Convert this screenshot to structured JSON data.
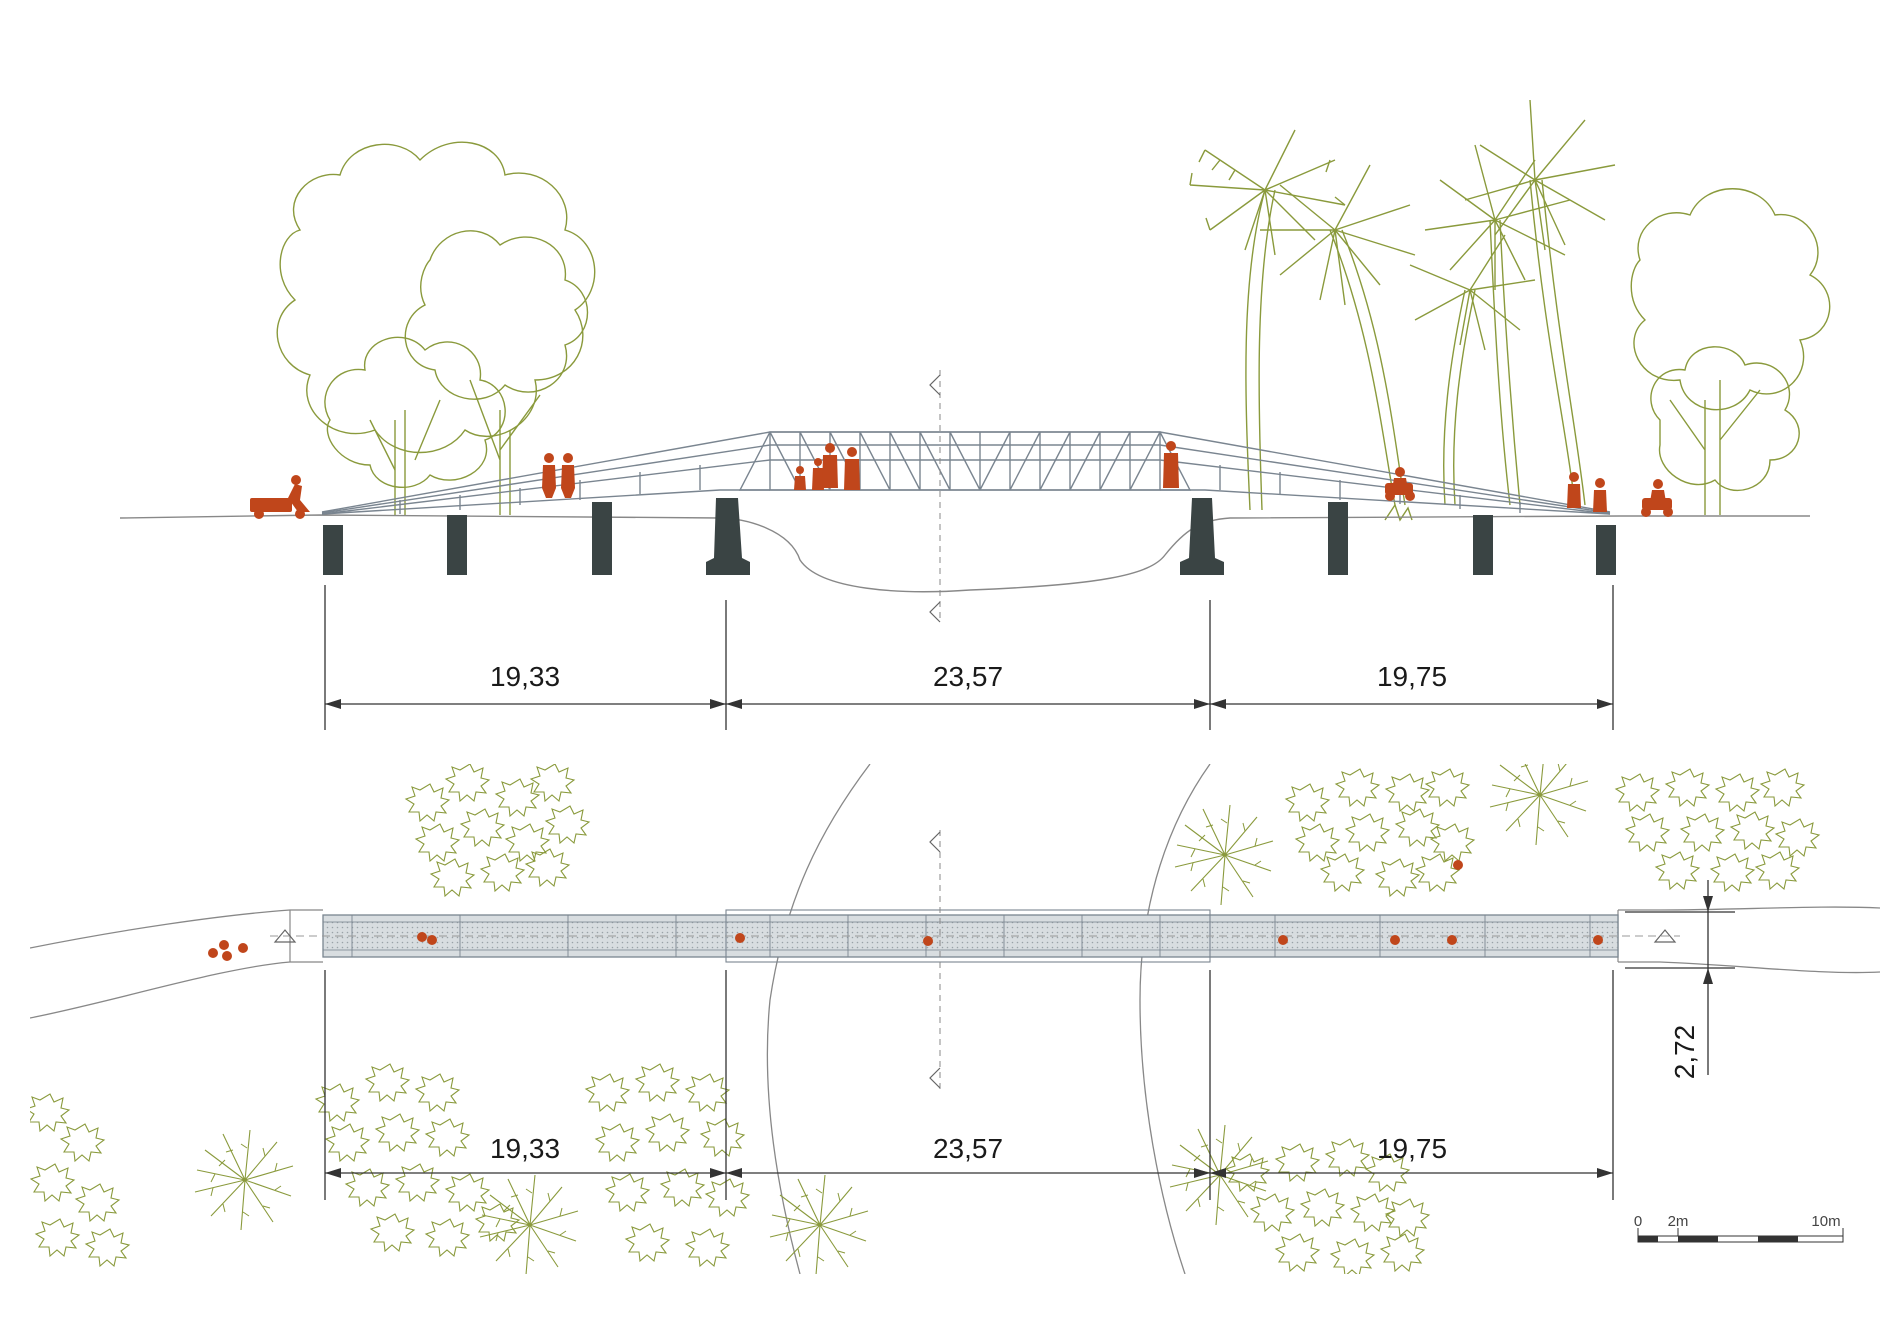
{
  "elevation": {
    "spans": [
      "19,33",
      "23,57",
      "19,75"
    ]
  },
  "plan": {
    "spans": [
      "19,33",
      "23,57",
      "19,75"
    ],
    "deck_width": "2,72"
  },
  "scale_bar": {
    "labels": [
      "0",
      "2m",
      "10m"
    ]
  },
  "colors": {
    "vegetation": "#8a9a3c",
    "figures": "#c0461b",
    "piers": "#3a4444",
    "structure": "#7a8590",
    "ground": "#888888",
    "deck": "#d8dde0"
  },
  "icons": {
    "tree": "deciduous-tree-icon",
    "palm": "palm-tree-icon",
    "person": "person-icon",
    "motorbike": "motorbike-icon",
    "section_mark": "section-marker-icon"
  }
}
